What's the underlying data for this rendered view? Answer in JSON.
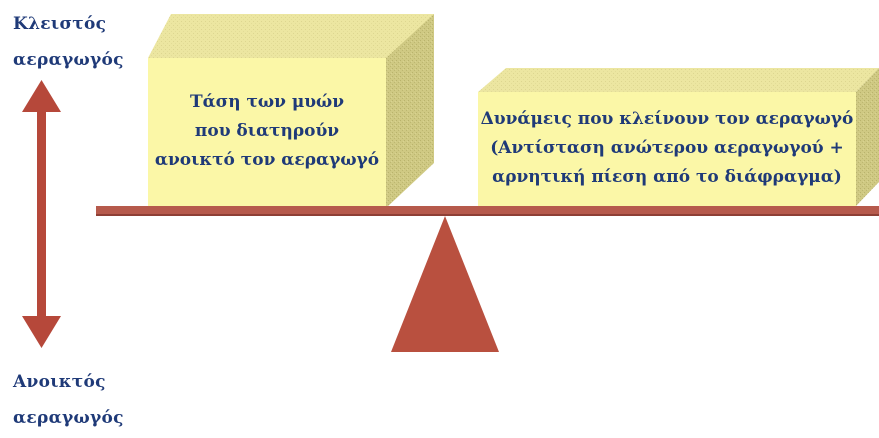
{
  "top_label": {
    "line1": "Κλειστός",
    "line2": "αεραγωγός"
  },
  "bottom_label": {
    "line1": "Ανοικτός",
    "line2": "αεραγωγός"
  },
  "left_box": {
    "line1": "Τάση των μυών",
    "line2": "που διατηρούν",
    "line3": "ανοικτό τον αεραγωγό"
  },
  "right_box": {
    "line1": "Δυνάμεις που κλείνουν τον αεραγωγό",
    "line2": "(Αντίσταση ανώτερου αεραγωγού +",
    "line3": "αρνητική πίεση από το διάφραγμα)"
  },
  "colors": {
    "text": "#1f3a78",
    "box_front": "#fbf7a7",
    "box_side": "#c8c27a",
    "box_top": "#ede7a0",
    "beam": "#b65a4c",
    "fulcrum": "#b9503f",
    "arrow": "#b6483a"
  }
}
